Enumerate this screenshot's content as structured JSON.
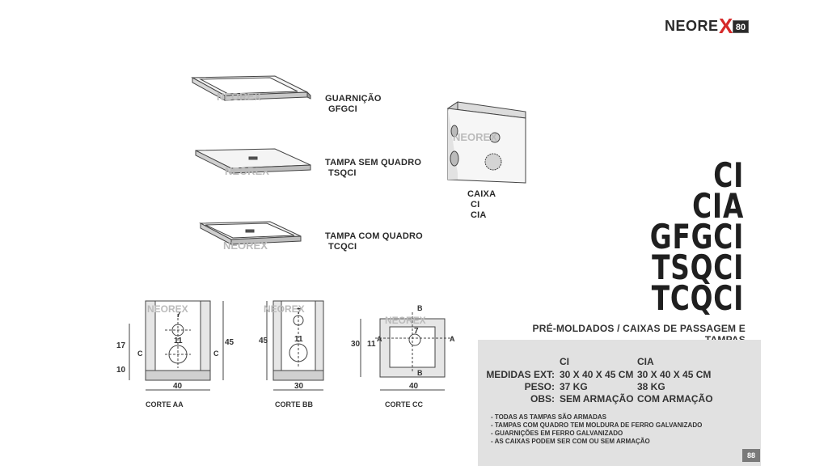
{
  "logo": {
    "text_dark": "NEORE",
    "text_x": "X",
    "badge": "80"
  },
  "watermark": "NEOREX",
  "parts": [
    {
      "name": "GUARNIÇÃO",
      "code": "GFGCI"
    },
    {
      "name": "TAMPA SEM QUADRO",
      "code": "TSQCI"
    },
    {
      "name": "TAMPA COM QUADRO",
      "code": "TCQCI"
    }
  ],
  "caixa": {
    "name": "CAIXA",
    "codes": [
      "CI",
      "CIA"
    ]
  },
  "big_titles": [
    "CI",
    "CIA",
    "GFGCI",
    "TSQCI",
    "TCQCI"
  ],
  "subtitle": "PRÉ-MOLDADOS / CAIXAS DE PASSAGEM E TAMPAS",
  "specs": {
    "columns": [
      "CI",
      "CIA"
    ],
    "rows": [
      {
        "label": "MEDIDAS EXT:",
        "ci": "30 X 40 X 45 CM",
        "cia": "30 X 40 X 45 CM"
      },
      {
        "label": "PESO:",
        "ci": "37 KG",
        "cia": "38 KG"
      },
      {
        "label": "OBS:",
        "ci": "SEM ARMAÇÃO",
        "cia": "COM ARMAÇÃO"
      }
    ]
  },
  "notes": [
    "- TODAS  AS TAMPAS SÃO ARMADAS",
    "- TAMPAS COM QUADRO TEM MOLDURA DE FERRO GALVANIZADO",
    "- GUARNIÇÕES EM FERRO GALVANIZADO",
    "- AS CAIXAS PODEM SER COM OU SEM ARMAÇÃO"
  ],
  "sections": {
    "aa": {
      "caption": "CORTE AA",
      "dims": {
        "width": "40",
        "height": "45",
        "upper": "17",
        "lower": "10",
        "hole_top": "7",
        "hole_bottom": "11",
        "marker": "C"
      }
    },
    "bb": {
      "caption": "CORTE BB",
      "dims": {
        "width": "30",
        "height": "45",
        "hole_top": "7",
        "hole_bottom": "11"
      }
    },
    "cc": {
      "caption": "CORTE CC",
      "dims": {
        "width": "40",
        "height": "30",
        "hole_side": "11",
        "hole_top": "7",
        "marker_a": "A",
        "marker_b": "B"
      }
    }
  },
  "page_number": "88"
}
